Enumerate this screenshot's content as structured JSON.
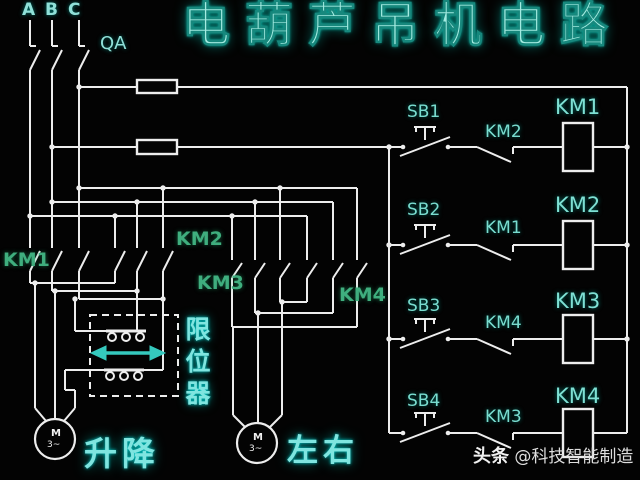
{
  "title": "电葫芦吊机电路",
  "power_section": {
    "phase_labels": [
      "A",
      "B",
      "C"
    ],
    "disconnect_switch": "QA",
    "hoist_contactors": {
      "left": "KM1",
      "right": "KM2"
    },
    "travel_contactors": {
      "left": "KM3",
      "right": "KM4"
    },
    "limit_device": "限位器",
    "hoist_motor_caption": "升降",
    "travel_motor_caption": "左右",
    "motor": {
      "letter": "M",
      "phases": "3~"
    }
  },
  "control_section": {
    "rows": [
      {
        "button": "SB1",
        "interlock": "KM2",
        "coil": "KM1"
      },
      {
        "button": "SB2",
        "interlock": "KM1",
        "coil": "KM2"
      },
      {
        "button": "SB3",
        "interlock": "KM4",
        "coil": "KM3"
      },
      {
        "button": "SB4",
        "interlock": "KM3",
        "coil": "KM4"
      }
    ]
  },
  "watermark": {
    "prefix": "头条",
    "handle": " @科技智能制造"
  },
  "colors": {
    "background": "#030303",
    "wire": "#ededed",
    "title_text": "#a3ebe1",
    "label_green": "#3fae7e",
    "label_teal": "#79dccf",
    "caption_cyan": "#7fe5e0",
    "arrow": "#35c9be",
    "watermark": "#dedede"
  }
}
